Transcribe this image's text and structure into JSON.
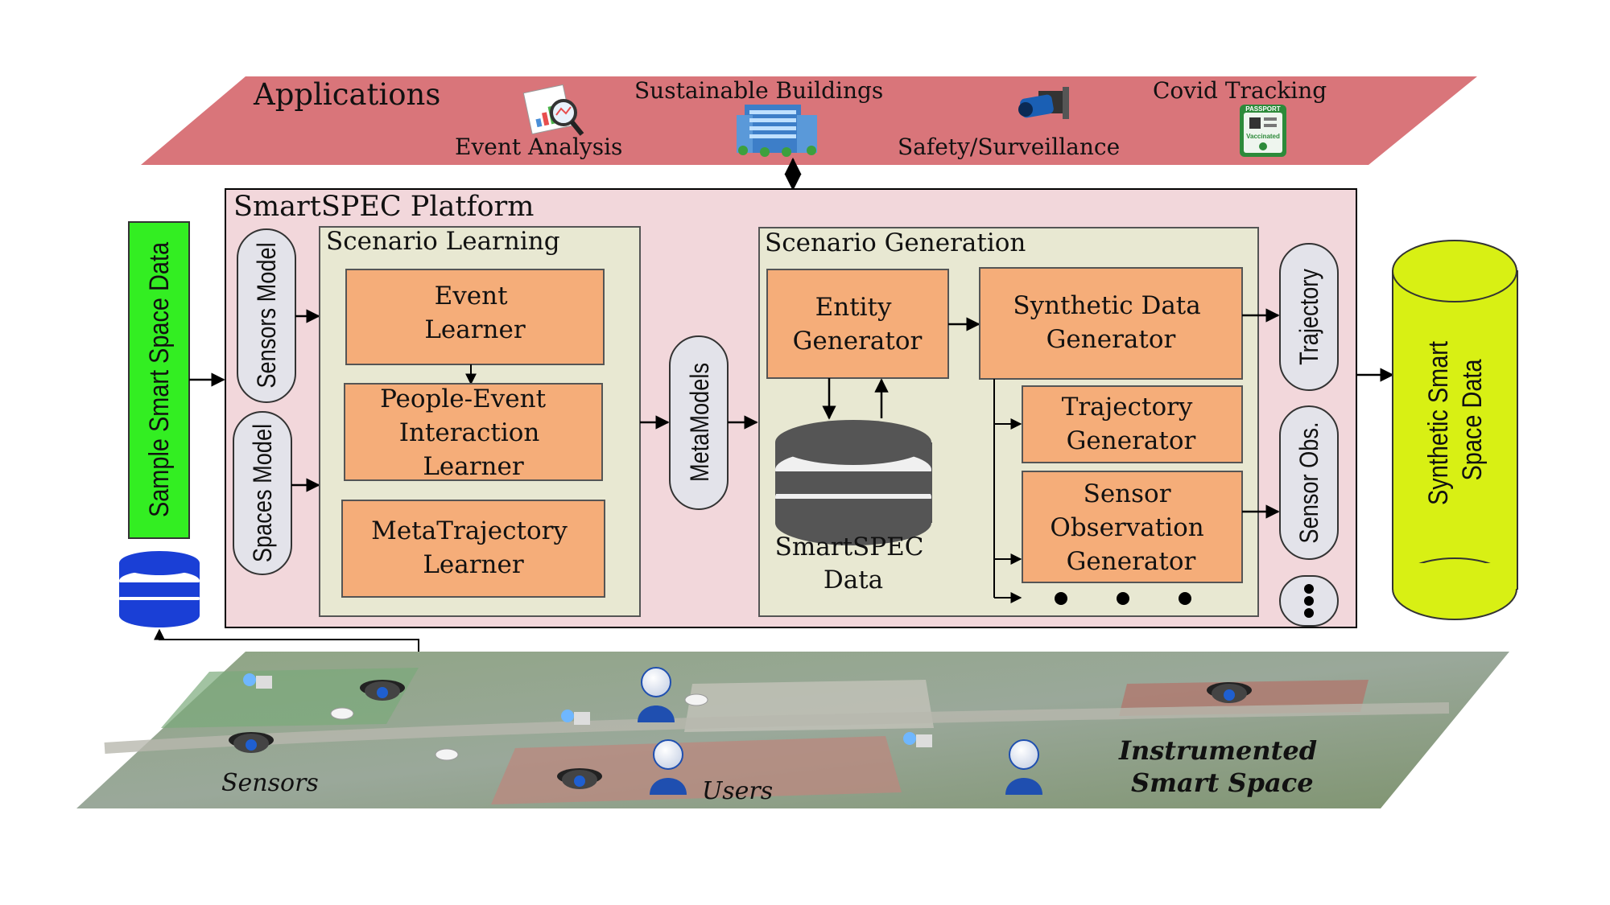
{
  "applications": {
    "title": "Applications",
    "items": {
      "sustainable_buildings": "Sustainable Buildings",
      "covid_tracking": "Covid Tracking",
      "event_analysis": "Event Analysis",
      "safety_surveillance": "Safety/Surveillance"
    },
    "passport_text": "PASSPORT",
    "vaccinated_text": "Vaccinated"
  },
  "platform": {
    "title": "SmartSPEC Platform",
    "sensors_model": "Sensors Model",
    "spaces_model": "Spaces Model",
    "scenario_learning": {
      "title": "Scenario Learning",
      "event_learner": [
        "Event",
        "Learner"
      ],
      "people_event_learner": [
        "People-Event",
        "Interaction",
        "Learner"
      ],
      "metatrajectory_learner": [
        "MetaTrajectory",
        "Learner"
      ]
    },
    "metamodels": "MetaModels",
    "scenario_generation": {
      "title": "Scenario Generation",
      "entity_generator": [
        "Entity",
        "Generator"
      ],
      "synthetic_data_generator": [
        "Synthetic Data",
        "Generator"
      ],
      "trajectory_generator": [
        "Trajectory",
        "Generator"
      ],
      "sensor_observation_generator": [
        "Sensor",
        "Observation",
        "Generator"
      ],
      "smartspec_data": [
        "SmartSPEC",
        "Data"
      ]
    },
    "trajectory_output": "Trajectory",
    "sensor_obs_output": "Sensor Obs."
  },
  "sample_data": "Sample Smart Space Data",
  "synthetic_data": [
    "Synthetic Smart",
    "Space Data"
  ],
  "smart_space": {
    "sensors": "Sensors",
    "users": "Users",
    "instrumented": [
      "Instrumented",
      "Smart Space"
    ]
  },
  "colors": {
    "applications_fill": "#d9757a",
    "platform_fill": "#f2d7db",
    "panel_fill": "#e8e8d2",
    "box_fill": "#f5ad79",
    "sample_green": "#33ee22",
    "synthetic_lime": "#d8f014",
    "db_blue": "#1a3fd6",
    "user_blue": "#1f4fb0"
  }
}
